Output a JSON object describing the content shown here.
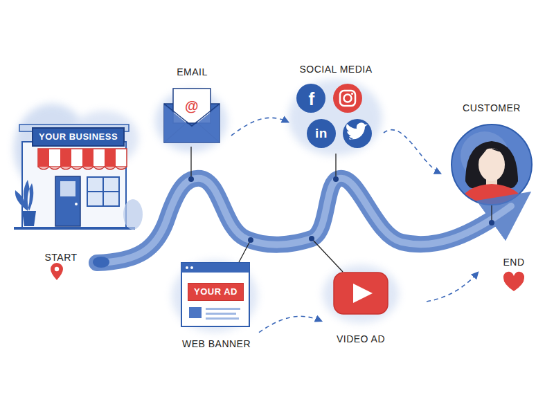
{
  "diagram": {
    "nodes": [
      {
        "text": [
          "YOUR BUSINESS"
        ]
      },
      {
        "text": [
          "EMAIL"
        ]
      },
      {
        "text": [
          "SOCIAL MEDIA"
        ]
      },
      {
        "text": [
          "CUSTOMER"
        ]
      },
      {
        "text": [
          "WEB BANNER"
        ]
      },
      {
        "text": [
          "YOUR AD"
        ],
        "in": 4
      },
      {
        "text": [
          "VIDEO AD"
        ]
      }
    ],
    "edges": [
      {
        "from": 1,
        "to": 2,
        "arrow": "to"
      },
      {
        "from": 2,
        "to": 3,
        "arrow": "to"
      },
      {
        "from": 4,
        "to": 6,
        "arrow": "to"
      }
    ],
    "labels": [
      "@",
      "f",
      "in",
      "START",
      "END"
    ]
  }
}
